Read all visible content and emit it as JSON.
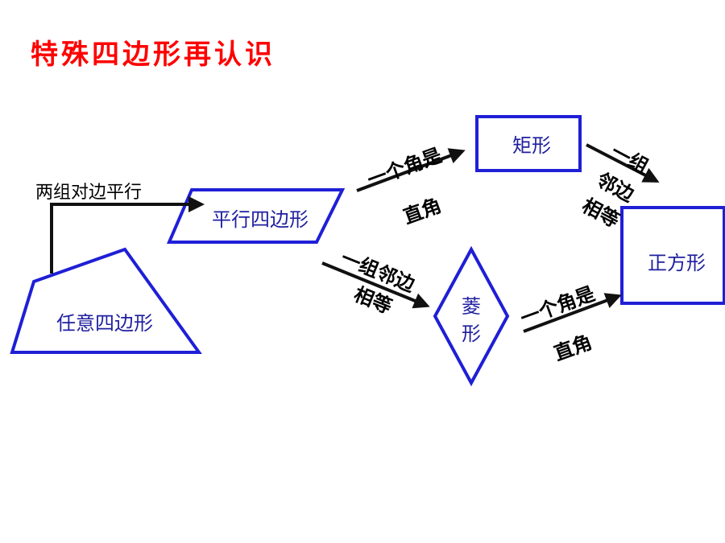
{
  "title": "特殊四边形再认识",
  "colors": {
    "title": "#ff0000",
    "shape_stroke": "#1f1fd6",
    "shape_text": "#1f1fa0",
    "arrow": "#111111",
    "label": "#000000"
  },
  "shapes": {
    "quadrilateral": "任意四边形",
    "parallelogram": "平行四边形",
    "rectangle": "矩形",
    "rhombus_line1": "菱",
    "rhombus_line2": "形",
    "square": "正方形"
  },
  "labels": {
    "two_pairs_parallel": "两组对边平行",
    "para_to_rect_line1": "一个角是",
    "para_to_rect_line2": "直角",
    "para_to_rhombus_line1": "一组邻边",
    "para_to_rhombus_line2": "相等",
    "rhombus_to_square_line1": "一个角是",
    "rhombus_to_square_line2": "直角",
    "rect_to_square_line1": "一组",
    "rect_to_square_line2": "邻边",
    "rect_to_square_line3": "相等"
  }
}
